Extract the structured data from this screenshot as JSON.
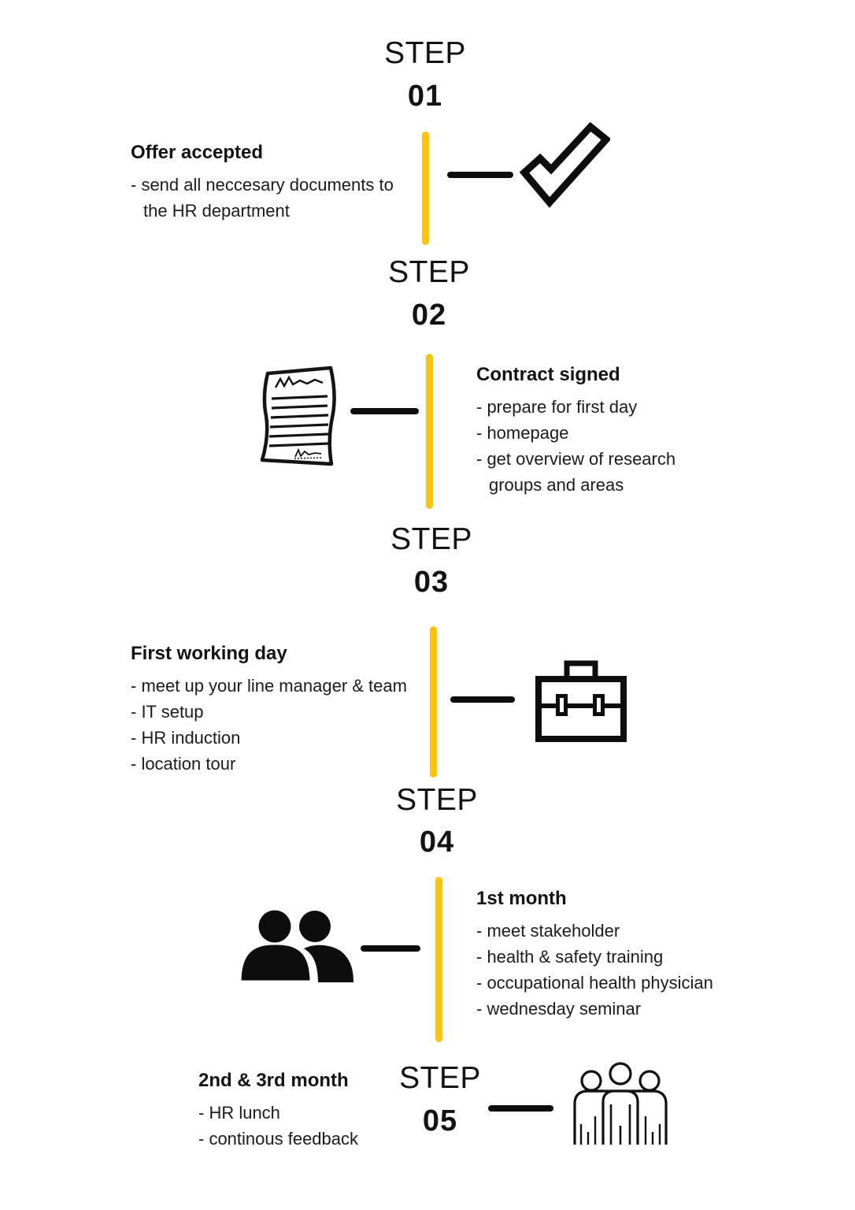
{
  "colors": {
    "accent_yellow": "#FFC30B",
    "ink": "#0d0d0d"
  },
  "steps": [
    {
      "label": "STEP",
      "number": "01",
      "title": "Offer accepted",
      "bullets": [
        "- send all neccesary documents to\nthe HR department"
      ],
      "icon": "checkmark"
    },
    {
      "label": "STEP",
      "number": "02",
      "title": "Contract signed",
      "bullets": [
        "- prepare for first day",
        "- homepage",
        "- get overview of research\ngroups and areas"
      ],
      "icon": "signed-contract-document"
    },
    {
      "label": "STEP",
      "number": "03",
      "title": "First working day",
      "bullets": [
        "- meet up your line manager & team",
        "- IT setup",
        "- HR induction",
        "- location tour"
      ],
      "icon": "briefcase"
    },
    {
      "label": "STEP",
      "number": "04",
      "title": "1st month",
      "bullets": [
        "- meet stakeholder",
        "- health & safety training",
        "- occupational health physician",
        "- wednesday seminar"
      ],
      "icon": "two-people"
    },
    {
      "label": "STEP",
      "number": "05",
      "title": "2nd & 3rd month",
      "bullets": [
        "- HR lunch",
        "- continous feedback"
      ],
      "icon": "three-people"
    }
  ]
}
